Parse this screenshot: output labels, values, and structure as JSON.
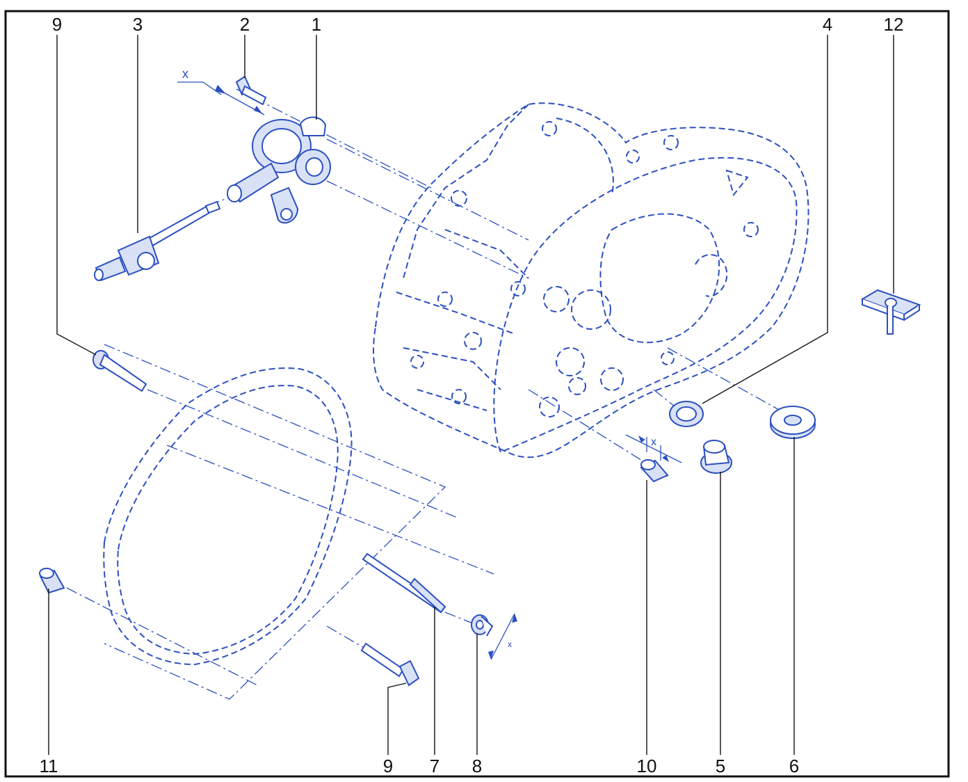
{
  "diagram": {
    "callouts": {
      "c1": "1",
      "c2": "2",
      "c3": "3",
      "c4": "4",
      "c9_top": "9",
      "c12": "12",
      "c11": "11",
      "c9_bottom": "9",
      "c7": "7",
      "c8": "8",
      "c10": "10",
      "c5": "5",
      "c6": "6"
    },
    "dimension_labels": {
      "x_bolt": "x",
      "x_dowel": "x",
      "x_nut": "x"
    }
  },
  "colors": {
    "line_art": "#2a4fc0",
    "text": "#111111",
    "frame": "#111111",
    "background": "#ffffff"
  }
}
